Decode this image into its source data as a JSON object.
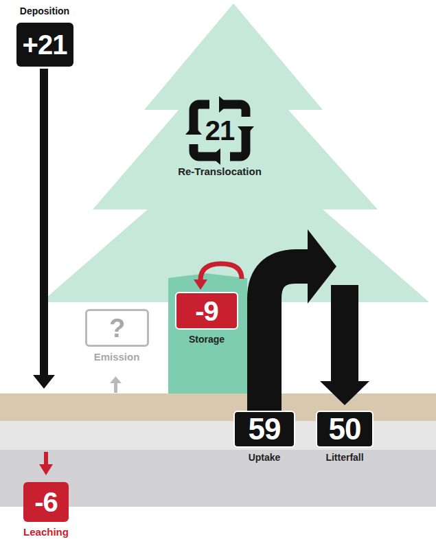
{
  "diagram": {
    "nodes": [
      {
        "text": [
          "Deposition",
          "+21"
        ]
      },
      {
        "text": [
          "21",
          "Re-Translocation"
        ]
      },
      {
        "text": [
          "?",
          "Emission"
        ]
      },
      {
        "text": [
          "-9",
          "Storage"
        ]
      },
      {
        "text": [
          "59",
          "Uptake"
        ]
      },
      {
        "text": [
          "50",
          "Litterfall"
        ]
      },
      {
        "text": [
          "-6",
          "Leaching"
        ]
      }
    ]
  }
}
